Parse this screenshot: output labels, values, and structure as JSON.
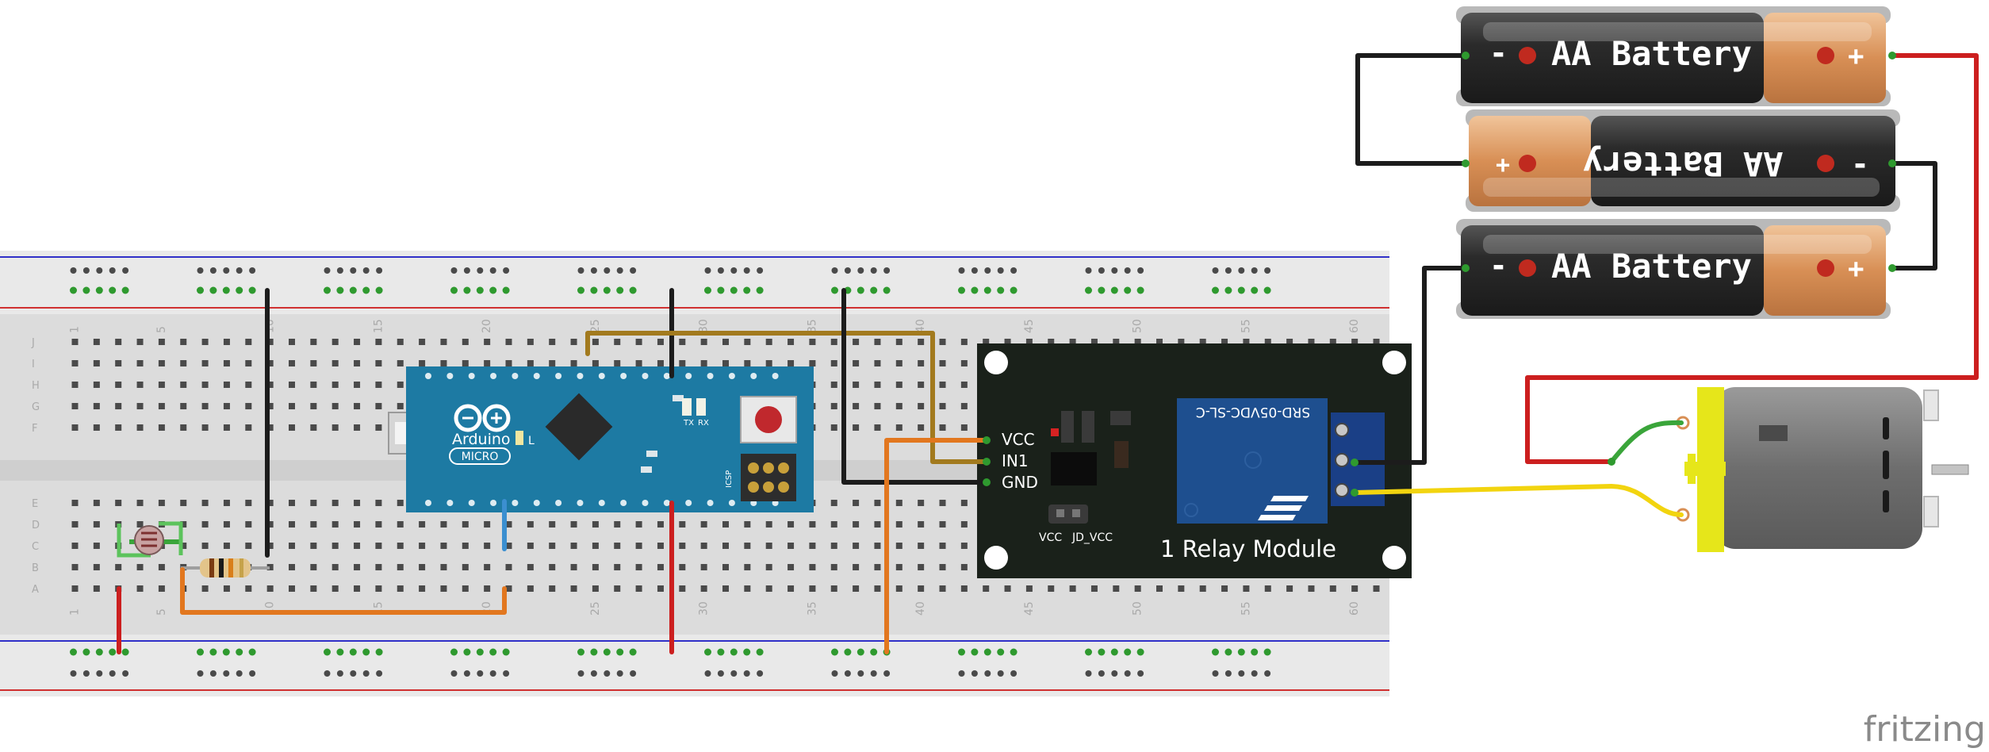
{
  "breadboard": {
    "column_numbers": [
      "1",
      "5",
      "10",
      "15",
      "20",
      "25",
      "30",
      "35",
      "40",
      "45",
      "50",
      "55",
      "60"
    ],
    "row_letters_top": [
      "J",
      "I",
      "H",
      "G",
      "F"
    ],
    "row_letters_bottom": [
      "E",
      "D",
      "C",
      "B",
      "A"
    ]
  },
  "arduino": {
    "name": "Arduino",
    "model": "MICRO",
    "led_label": "L",
    "tx_label": "TX",
    "rx_label": "RX",
    "icsp_label": "ICSP",
    "colors": {
      "board": "#1d7aa3",
      "chip": "#2a2a2a",
      "reset": "#c0282d"
    }
  },
  "relay_module": {
    "title": "1 Relay Module",
    "relay_part": "SRD-05VDC-SL-C",
    "pin_labels": [
      "VCC",
      "IN1",
      "GND"
    ],
    "jumper_labels": [
      "VCC",
      "JD_VCC"
    ],
    "colors": {
      "board": "#1a211a",
      "relay": "#1e4f8f"
    }
  },
  "batteries": [
    {
      "label": "AA Battery",
      "minus": "-",
      "plus": "+"
    },
    {
      "label": "AA Battery",
      "minus": "-",
      "plus": "+"
    },
    {
      "label": "AA Battery",
      "minus": "-",
      "plus": "+"
    }
  ],
  "components": {
    "ldr": "photoresistor",
    "resistor": "resistor",
    "motor": "dc-motor"
  },
  "wire_colors": {
    "black": "#1c1c1c",
    "red": "#cc1f1f",
    "orange": "#e2771f",
    "brown": "#a27a1e",
    "blue": "#3b8fd0",
    "green": "#3aa53a",
    "yellow": "#f2d40f"
  },
  "watermark": "fritzing"
}
